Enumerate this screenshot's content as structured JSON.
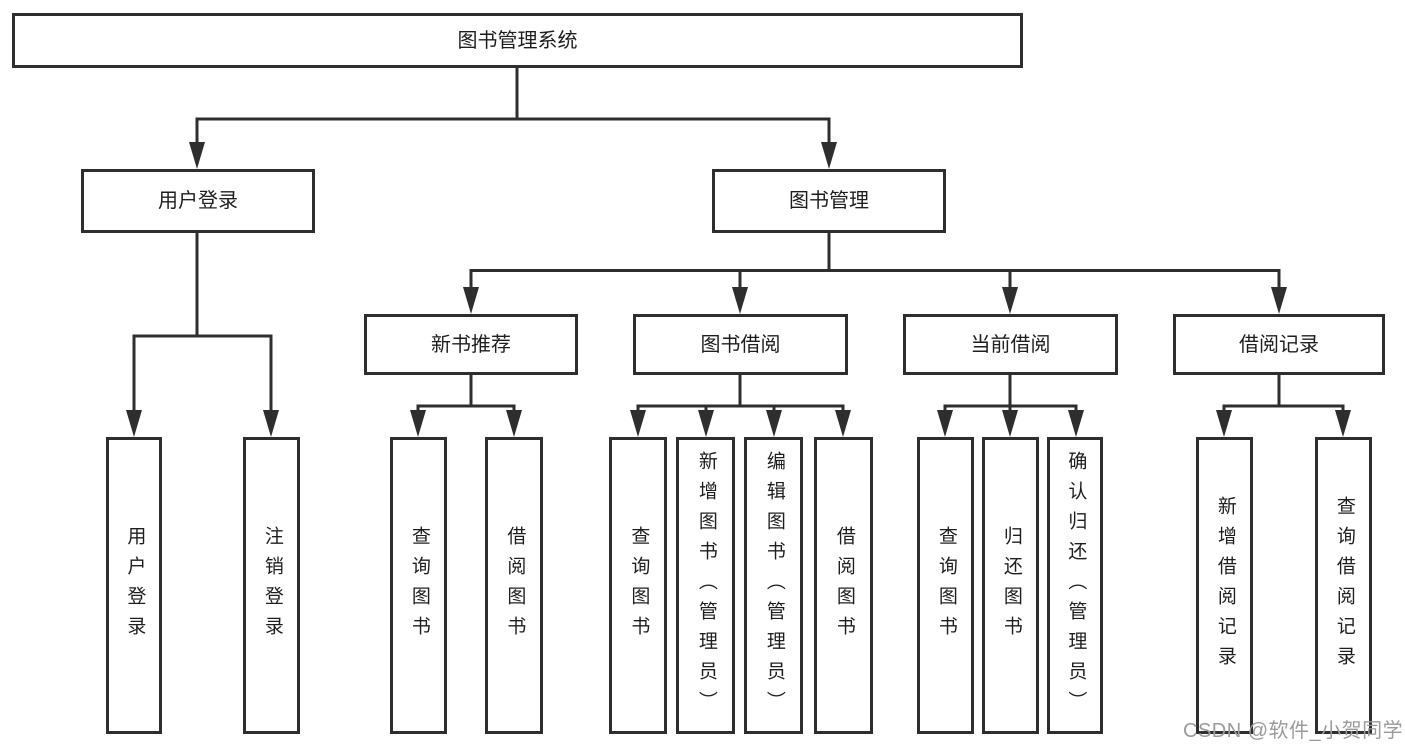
{
  "diagram_type": "hierarchy-tree",
  "colors": {
    "background": "#ffffff",
    "line": "#2e2e2e",
    "box_border": "#2e2e2e",
    "text": "#1e1e1e",
    "watermark": "#9b9b9b"
  },
  "tree": {
    "label": "图书管理系统",
    "children": [
      {
        "label": "用户登录",
        "children": [
          {
            "label": "用户登录"
          },
          {
            "label": "注销登录"
          }
        ]
      },
      {
        "label": "图书管理",
        "children": [
          {
            "label": "新书推荐",
            "children": [
              {
                "label": "查询图书"
              },
              {
                "label": "借阅图书"
              }
            ]
          },
          {
            "label": "图书借阅",
            "children": [
              {
                "label": "查询图书"
              },
              {
                "label": "新增图书（管理员）"
              },
              {
                "label": "编辑图书（管理员）"
              },
              {
                "label": "借阅图书"
              }
            ]
          },
          {
            "label": "当前借阅",
            "children": [
              {
                "label": "查询图书"
              },
              {
                "label": "归还图书"
              },
              {
                "label": "确认归还（管理员）"
              }
            ]
          },
          {
            "label": "借阅记录",
            "children": [
              {
                "label": "新增借阅记录"
              },
              {
                "label": "查询借阅记录"
              }
            ]
          }
        ]
      }
    ]
  },
  "watermark": {
    "text": "CSDN @软件_小贺同学"
  }
}
